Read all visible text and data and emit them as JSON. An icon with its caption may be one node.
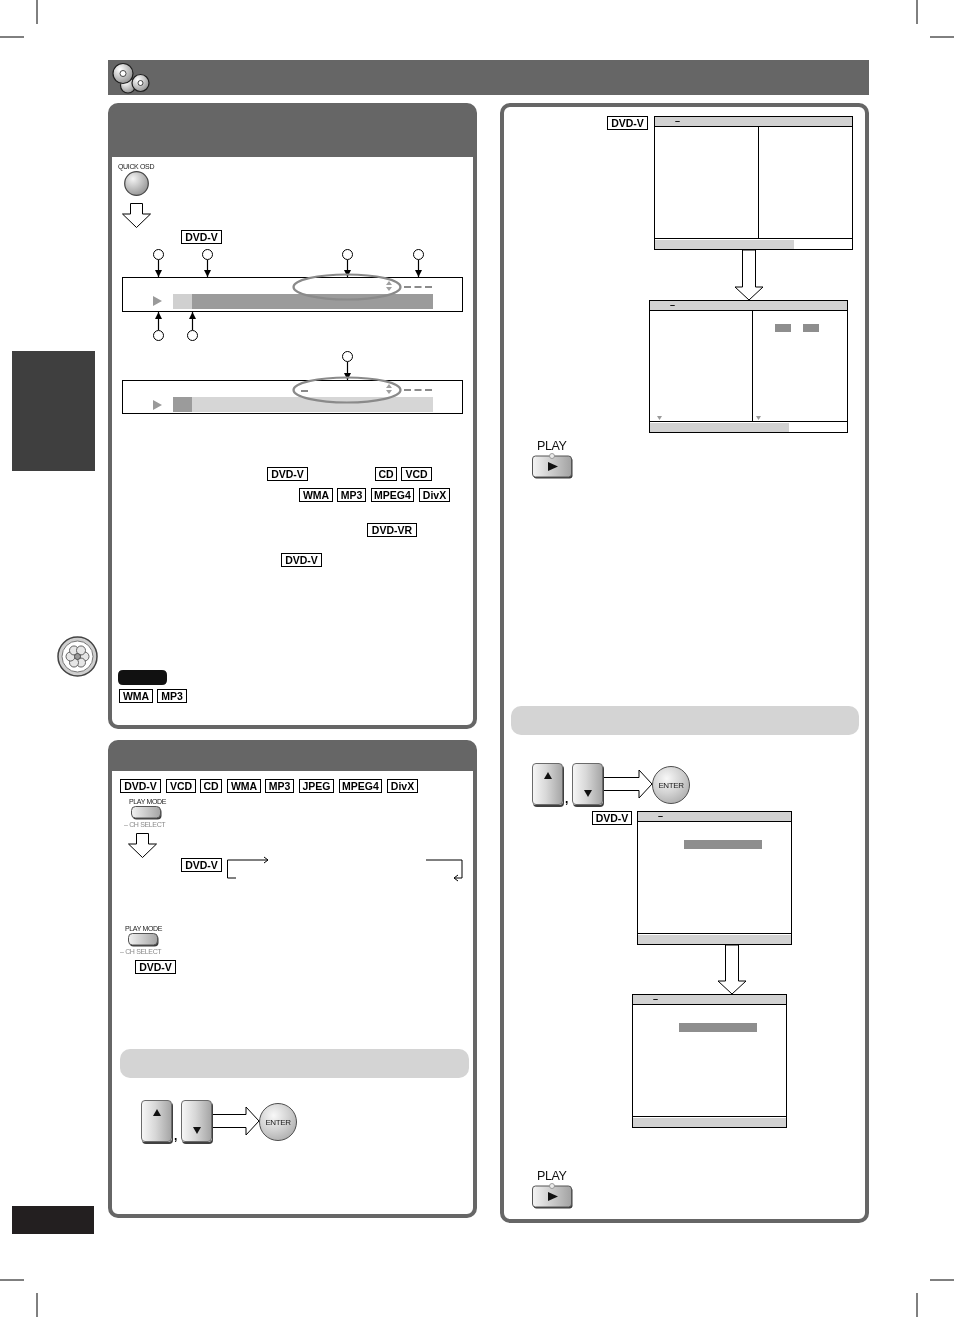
{
  "diagram": {
    "nodes": [
      {
        "text": [],
        "shape": "circle"
      },
      {
        "text": [],
        "shape": "circle"
      },
      {
        "text": [],
        "shape": "circle"
      },
      {
        "text": [],
        "shape": "circle"
      },
      {
        "text": [],
        "shape": "box"
      },
      {
        "text": [],
        "shape": "circle"
      },
      {
        "text": [],
        "shape": "circle"
      },
      {
        "text": [],
        "shape": "circle"
      },
      {
        "text": [],
        "shape": "box"
      },
      {
        "text": [],
        "shape": "box"
      },
      {
        "text": [],
        "shape": "box"
      },
      {
        "text": [
          "ENTER"
        ]
      },
      {
        "text": [
          "–"
        ]
      },
      {
        "text": [
          "–"
        ]
      },
      {
        "text": [],
        "shape": "box"
      },
      {
        "text": [],
        "shape": "box"
      },
      {
        "text": [
          "ENTER"
        ]
      },
      {
        "text": [
          "–"
        ]
      },
      {
        "text": [
          "–"
        ]
      },
      {
        "text": [],
        "shape": "box"
      },
      {
        "text": [],
        "shape": "bar"
      },
      {
        "text": [],
        "shape": "bar"
      }
    ],
    "edges": [
      {
        "from": 0,
        "to": 4,
        "arrow": "to"
      },
      {
        "from": 1,
        "to": 4,
        "arrow": "to"
      },
      {
        "from": 2,
        "to": 4,
        "arrow": "to"
      },
      {
        "from": 3,
        "to": 4,
        "arrow": "to"
      },
      {
        "from": 5,
        "to": 4,
        "arrow": "to"
      },
      {
        "from": 6,
        "to": 4,
        "arrow": "to"
      },
      {
        "from": 7,
        "to": 8,
        "arrow": "to"
      },
      {
        "from": 10,
        "to": 11,
        "arrow": "to",
        "style": "thick"
      },
      {
        "from": 12,
        "to": 13,
        "arrow": "to",
        "style": "thick"
      },
      {
        "from": 15,
        "to": 16,
        "arrow": "to",
        "style": "thick"
      },
      {
        "from": 17,
        "to": 18,
        "arrow": "to",
        "style": "thick"
      }
    ],
    "labels": [
      "QUICK OSD",
      "DVD-V",
      "DVD-V",
      "CD",
      "VCD",
      "WMA",
      "MP3",
      "MPEG4",
      "DivX",
      "DVD-VR",
      "DVD-V",
      "WMA",
      "MP3",
      "DVD-V",
      "VCD",
      "CD",
      "WMA",
      "MP3",
      "JPEG",
      "MPEG4",
      "DivX",
      "PLAY MODE",
      "– CH SELECT",
      "DVD-V",
      "PLAY MODE",
      "– CH SELECT",
      "DVD-V",
      ",",
      "DVD-V",
      "PLAY",
      ",",
      "DVD-V",
      "PLAY"
    ]
  }
}
